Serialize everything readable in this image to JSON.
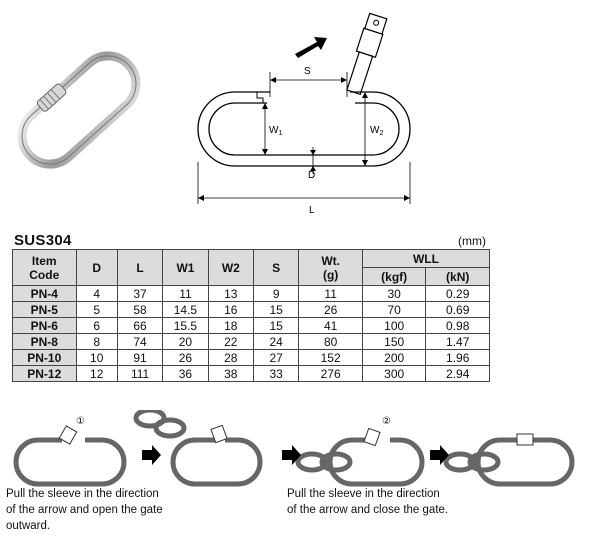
{
  "material": "SUS304",
  "unit": "(mm)",
  "diagram_labels": {
    "S": "S",
    "W1": "W",
    "W1_sub": "1",
    "W2": "W",
    "W2_sub": "2",
    "D": "D",
    "L": "L"
  },
  "table": {
    "headers": {
      "item_code_1": "Item",
      "item_code_2": "Code",
      "D": "D",
      "L": "L",
      "W1": "W1",
      "W2": "W2",
      "S": "S",
      "wt_1": "Wt.",
      "wt_2": "(g)",
      "wll": "WLL",
      "kgf": "(kgf)",
      "kn": "(kN)"
    },
    "rows": [
      [
        "PN-4",
        "4",
        "37",
        "11",
        "13",
        "9",
        "11",
        "30",
        "0.29"
      ],
      [
        "PN-5",
        "5",
        "58",
        "14.5",
        "16",
        "15",
        "26",
        "70",
        "0.69"
      ],
      [
        "PN-6",
        "6",
        "66",
        "15.5",
        "18",
        "15",
        "41",
        "100",
        "0.98"
      ],
      [
        "PN-8",
        "8",
        "74",
        "20",
        "22",
        "24",
        "80",
        "150",
        "1.47"
      ],
      [
        "PN-10",
        "10",
        "91",
        "26",
        "28",
        "27",
        "152",
        "200",
        "1.96"
      ],
      [
        "PN-12",
        "12",
        "111",
        "36",
        "38",
        "33",
        "276",
        "300",
        "2.94"
      ]
    ]
  },
  "steps": {
    "marker_1": "①",
    "marker_2": "②"
  },
  "captions": {
    "open": [
      "Pull the sleeve in the direction",
      "of the arrow and open the gate",
      "outward."
    ],
    "close": [
      "Pull the sleeve in the direction",
      "of the arrow and close the gate."
    ]
  },
  "colors": {
    "header_bg": "#dcdcdc",
    "border": "#444444",
    "metal": "#bcbcbc"
  }
}
